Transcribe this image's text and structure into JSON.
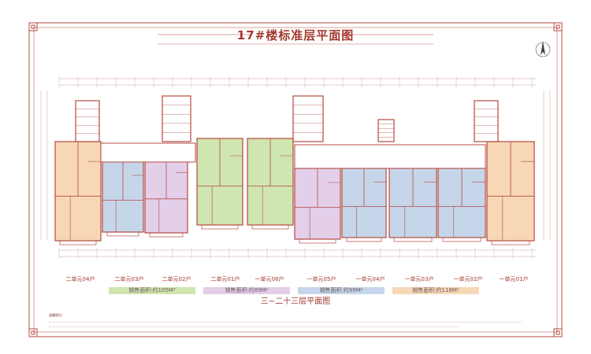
{
  "title": "17#楼标准层平面图",
  "subtitle": "三~二十三层平面图",
  "units": [
    "二单元04户",
    "二单元03户",
    "二单元02户",
    "二单元01户",
    "一单元06户",
    "一单元05户",
    "一单元04户",
    "一单元03户",
    "一单元02户",
    "一单元01户"
  ],
  "legend": [
    {
      "label": "销售面积:约105M²",
      "color": "#cfe6b0"
    },
    {
      "label": "销售面积:约89M²",
      "color": "#e3cfea"
    },
    {
      "label": "销售面积:约99M²",
      "color": "#c6d6ea"
    },
    {
      "label": "销售面积:约118M²",
      "color": "#f7d7b6"
    }
  ],
  "colors": {
    "frame": "#b5483c",
    "wall": "#b34a40",
    "dim": "#c9a09a"
  },
  "icons": {
    "north": "north-arrow-icon",
    "corner": "corner-meander-icon"
  },
  "notes": {
    "title": "温馨提示:"
  }
}
